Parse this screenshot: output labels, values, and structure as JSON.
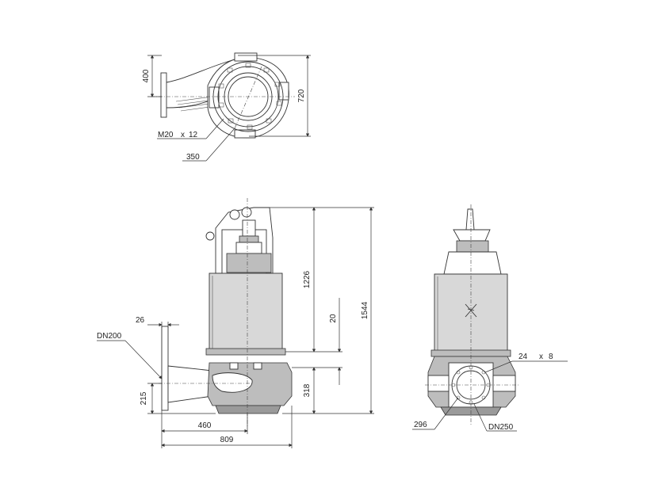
{
  "drawing": {
    "top_view": {
      "dim_400": "400",
      "dim_720": "720",
      "bolt_label": "M20",
      "bolt_times": "x",
      "bolt_count": "12",
      "dim_350": "350"
    },
    "side_view": {
      "dim_1226": "1226",
      "dim_1544": "1544",
      "dim_20": "20",
      "dim_318": "318",
      "dim_26": "26",
      "dn_inlet": "DN200",
      "dim_215": "215",
      "dim_460": "460",
      "dim_809": "809"
    },
    "front_view": {
      "hole_size": "24",
      "hole_times": "x",
      "hole_count": "8",
      "dim_296": "296",
      "dn_outlet": "DN250"
    }
  }
}
